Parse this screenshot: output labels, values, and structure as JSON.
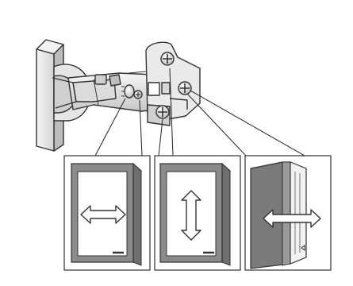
{
  "diagram": {
    "subject": "concealed-cabinet-hinge",
    "adjustment_panels": [
      {
        "id": "side-to-side",
        "icon": "horizontal-double-arrow-icon"
      },
      {
        "id": "height",
        "icon": "vertical-double-arrow-icon"
      },
      {
        "id": "depth",
        "icon": "depth-double-arrow-icon"
      }
    ],
    "colors": {
      "stroke": "#333333",
      "door_gray": "#8a8a8a",
      "door_dark": "#6e6e6e",
      "metal_light": "#eeeeee",
      "metal_mid": "#d6d6d6",
      "background": "#ffffff"
    }
  }
}
